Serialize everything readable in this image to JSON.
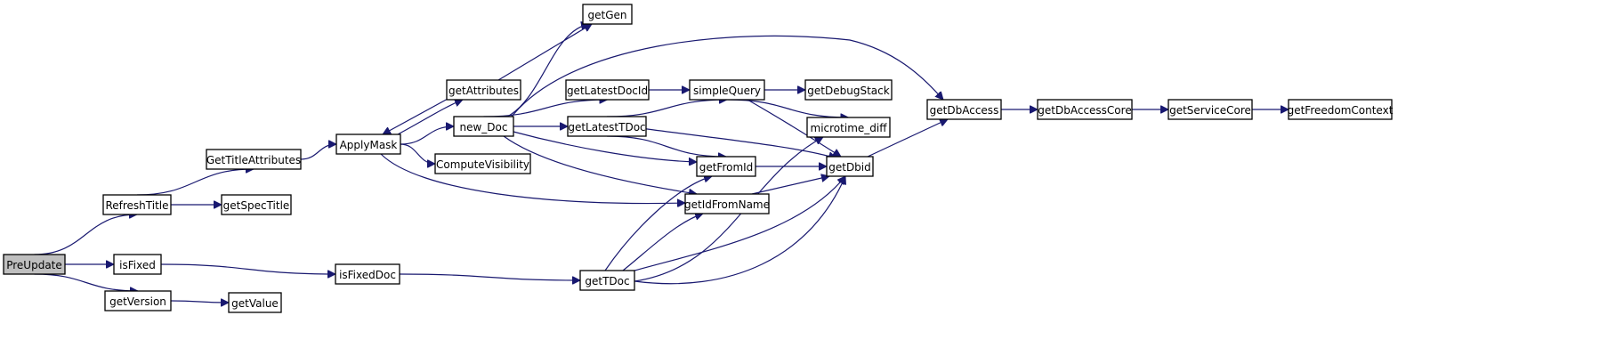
{
  "graph": {
    "nodes": [
      {
        "id": "PreUpdate",
        "label": "PreUpdate",
        "root": true
      },
      {
        "id": "RefreshTitle",
        "label": "RefreshTitle"
      },
      {
        "id": "isFixed",
        "label": "isFixed"
      },
      {
        "id": "getVersion",
        "label": "getVersion"
      },
      {
        "id": "GetTitleAttributes",
        "label": "GetTitleAttributes"
      },
      {
        "id": "getSpecTitle",
        "label": "getSpecTitle"
      },
      {
        "id": "isFixedDoc",
        "label": "isFixedDoc"
      },
      {
        "id": "getValue",
        "label": "getValue"
      },
      {
        "id": "ApplyMask",
        "label": "ApplyMask"
      },
      {
        "id": "getAttributes",
        "label": "getAttributes"
      },
      {
        "id": "new_Doc",
        "label": "new_Doc"
      },
      {
        "id": "ComputeVisibility",
        "label": "ComputeVisibility"
      },
      {
        "id": "getGen",
        "label": "getGen"
      },
      {
        "id": "getLatestDocId",
        "label": "getLatestDocId"
      },
      {
        "id": "getLatestTDoc",
        "label": "getLatestTDoc"
      },
      {
        "id": "getTDoc",
        "label": "getTDoc"
      },
      {
        "id": "simpleQuery",
        "label": "simpleQuery"
      },
      {
        "id": "getFromId",
        "label": "getFromId"
      },
      {
        "id": "getIdFromName",
        "label": "getIdFromName"
      },
      {
        "id": "getDebugStack",
        "label": "getDebugStack"
      },
      {
        "id": "microtime_diff",
        "label": "microtime_diff"
      },
      {
        "id": "getDbid",
        "label": "getDbid"
      },
      {
        "id": "getDbAccess",
        "label": "getDbAccess"
      },
      {
        "id": "getDbAccessCore",
        "label": "getDbAccessCore"
      },
      {
        "id": "getServiceCore",
        "label": "getServiceCore"
      },
      {
        "id": "getFreedomContext",
        "label": "getFreedomContext"
      }
    ],
    "edges": [
      [
        "PreUpdate",
        "RefreshTitle"
      ],
      [
        "PreUpdate",
        "isFixed"
      ],
      [
        "PreUpdate",
        "getVersion"
      ],
      [
        "RefreshTitle",
        "GetTitleAttributes"
      ],
      [
        "RefreshTitle",
        "getSpecTitle"
      ],
      [
        "isFixed",
        "isFixedDoc"
      ],
      [
        "getVersion",
        "getValue"
      ],
      [
        "GetTitleAttributes",
        "ApplyMask"
      ],
      [
        "isFixedDoc",
        "getTDoc"
      ],
      [
        "ApplyMask",
        "getAttributes"
      ],
      [
        "ApplyMask",
        "new_Doc"
      ],
      [
        "ApplyMask",
        "ComputeVisibility"
      ],
      [
        "ApplyMask",
        "getIdFromName"
      ],
      [
        "getAttributes",
        "ApplyMask"
      ],
      [
        "getAttributes",
        "getGen"
      ],
      [
        "new_Doc",
        "getGen"
      ],
      [
        "new_Doc",
        "getDbAccess"
      ],
      [
        "new_Doc",
        "getLatestDocId"
      ],
      [
        "new_Doc",
        "getLatestTDoc"
      ],
      [
        "new_Doc",
        "getFromId"
      ],
      [
        "new_Doc",
        "getIdFromName"
      ],
      [
        "getLatestDocId",
        "simpleQuery"
      ],
      [
        "getLatestTDoc",
        "simpleQuery"
      ],
      [
        "getLatestTDoc",
        "getFromId"
      ],
      [
        "getLatestTDoc",
        "getDbid"
      ],
      [
        "getTDoc",
        "getFromId"
      ],
      [
        "getTDoc",
        "getIdFromName"
      ],
      [
        "getTDoc",
        "getDbid"
      ],
      [
        "getTDoc",
        "microtime_diff"
      ],
      [
        "simpleQuery",
        "getDebugStack"
      ],
      [
        "simpleQuery",
        "microtime_diff"
      ],
      [
        "simpleQuery",
        "getDbid"
      ],
      [
        "getFromId",
        "getDbid"
      ],
      [
        "getIdFromName",
        "getDbid"
      ],
      [
        "getDbid",
        "getDbAccess"
      ],
      [
        "getDbAccess",
        "getDbAccessCore"
      ],
      [
        "getDbAccessCore",
        "getServiceCore"
      ],
      [
        "getServiceCore",
        "getFreedomContext"
      ]
    ]
  },
  "style": {
    "edge_color": "#191970",
    "root_fill": "#bfbfbf",
    "node_fill": "#ffffff",
    "node_border": "#000000"
  }
}
